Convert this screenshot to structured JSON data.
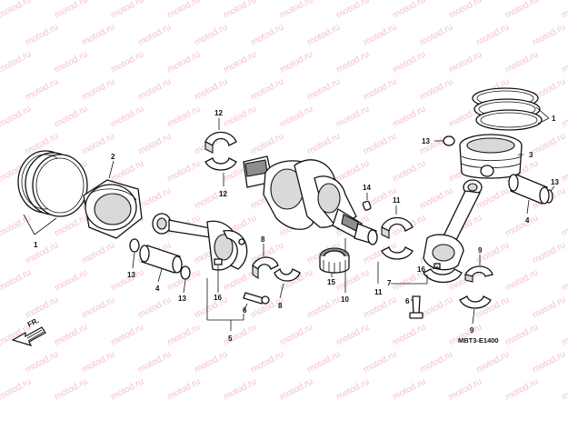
{
  "watermark": "motod.ru",
  "diagram_code": "MBT3-E1400",
  "direction_label": "FR.",
  "callouts": {
    "c1_left": "1",
    "c1_right": "1",
    "c2": "2",
    "c3": "3",
    "c4_left": "4",
    "c4_right": "4",
    "c5": "5",
    "c6_left": "6",
    "c6_right": "6",
    "c7": "7",
    "c8_top": "8",
    "c8_bottom": "8",
    "c9_top": "9",
    "c9_bottom": "9",
    "c10": "10",
    "c11_top": "11",
    "c11_bottom": "11",
    "c12_top": "12",
    "c12_bottom": "12",
    "c13_left": "13",
    "c13_left_b": "13",
    "c13_right_top": "13",
    "c13_right": "13",
    "c14": "14",
    "c15": "15",
    "c16_left": "16",
    "c16_right": "16"
  },
  "colors": {
    "line": "#111111",
    "watermark": "#f3c3c8",
    "fill_light": "#d9d9d9",
    "fill_dark": "#8d8d8d"
  }
}
